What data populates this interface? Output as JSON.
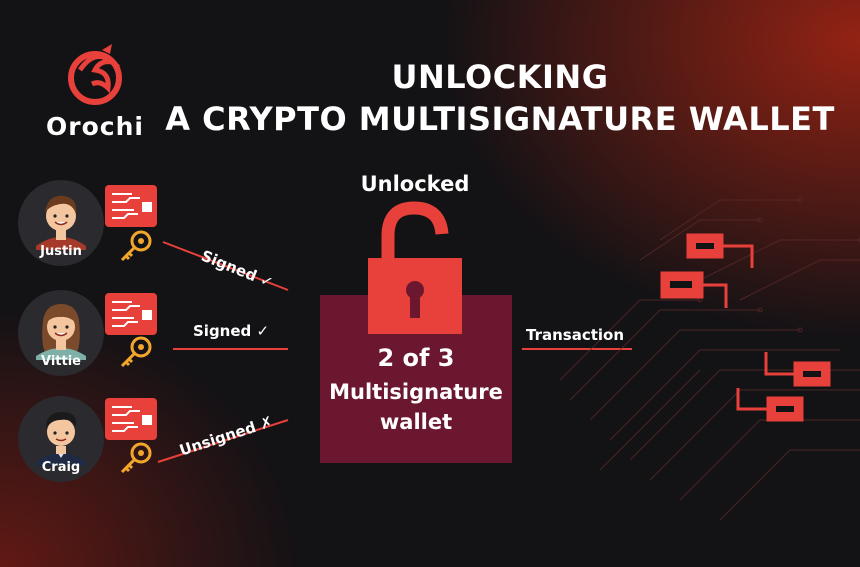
{
  "brand": {
    "name": "Orochi"
  },
  "title": {
    "line1": "UNLOCKING",
    "line2": "A CRYPTO MULTISIGNATURE WALLET"
  },
  "wallet": {
    "status": "Unlocked",
    "threshold_line": "2 of 3",
    "name_line1": "Multisignature",
    "name_line2": "wallet"
  },
  "signers": [
    {
      "name": "Justin",
      "status": "Signed",
      "mark": "✓"
    },
    {
      "name": "Vittie",
      "status": "Signed",
      "mark": "✓"
    },
    {
      "name": "Craig",
      "status": "Unsigned",
      "mark": "✗"
    }
  ],
  "output": {
    "label": "Transaction"
  },
  "colors": {
    "accent": "#e8403a",
    "wallet_box": "#6b1730",
    "key_gold": "#f2a72b"
  }
}
